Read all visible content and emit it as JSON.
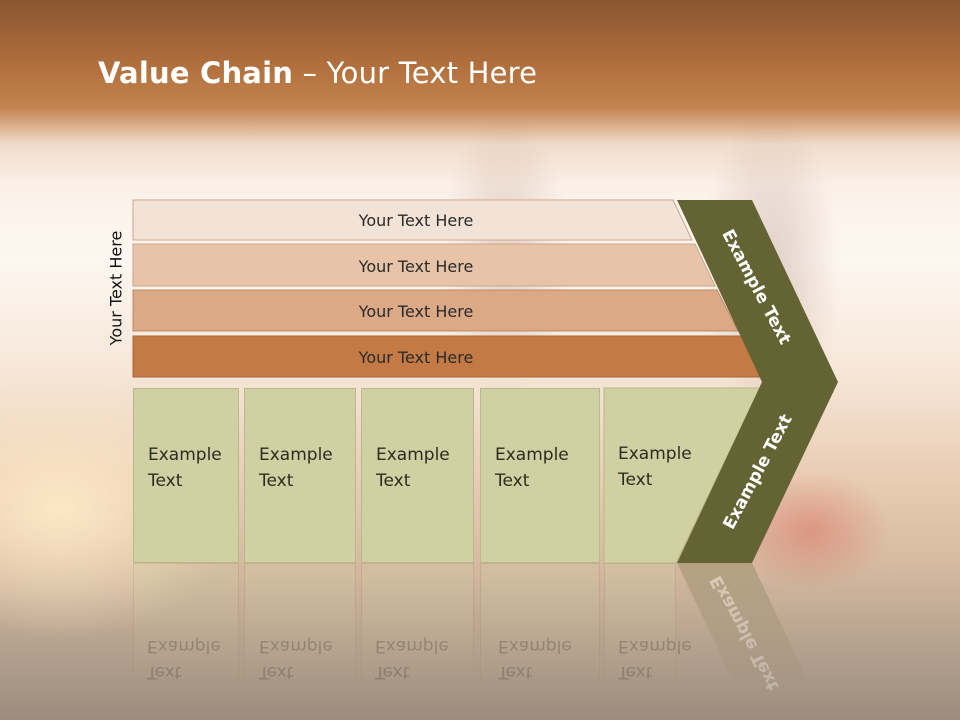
{
  "slide": {
    "title_bold": "Value Chain",
    "title_rest": " – Your Text Here",
    "side_label": "Your Text Here"
  },
  "bars": [
    {
      "label": "Your Text Here",
      "color": "#f3e3d6"
    },
    {
      "label": "Your Text Here",
      "color": "#e7c4a7"
    },
    {
      "label": "Your Text Here",
      "color": "#dba986"
    },
    {
      "label": "Your Text Here",
      "color": "#c47a45"
    }
  ],
  "boxes": [
    {
      "line1": "Example",
      "line2": "Text"
    },
    {
      "line1": "Example",
      "line2": "Text"
    },
    {
      "line1": "Example",
      "line2": "Text"
    },
    {
      "line1": "Example",
      "line2": "Text"
    },
    {
      "line1": "Example",
      "line2": "Text"
    }
  ],
  "chevron": {
    "upper_label": "Example Text",
    "lower_label": "Example Text",
    "color": "#636334"
  },
  "colors": {
    "box_fill": "#d0d0a2",
    "title": "#ffffff"
  }
}
